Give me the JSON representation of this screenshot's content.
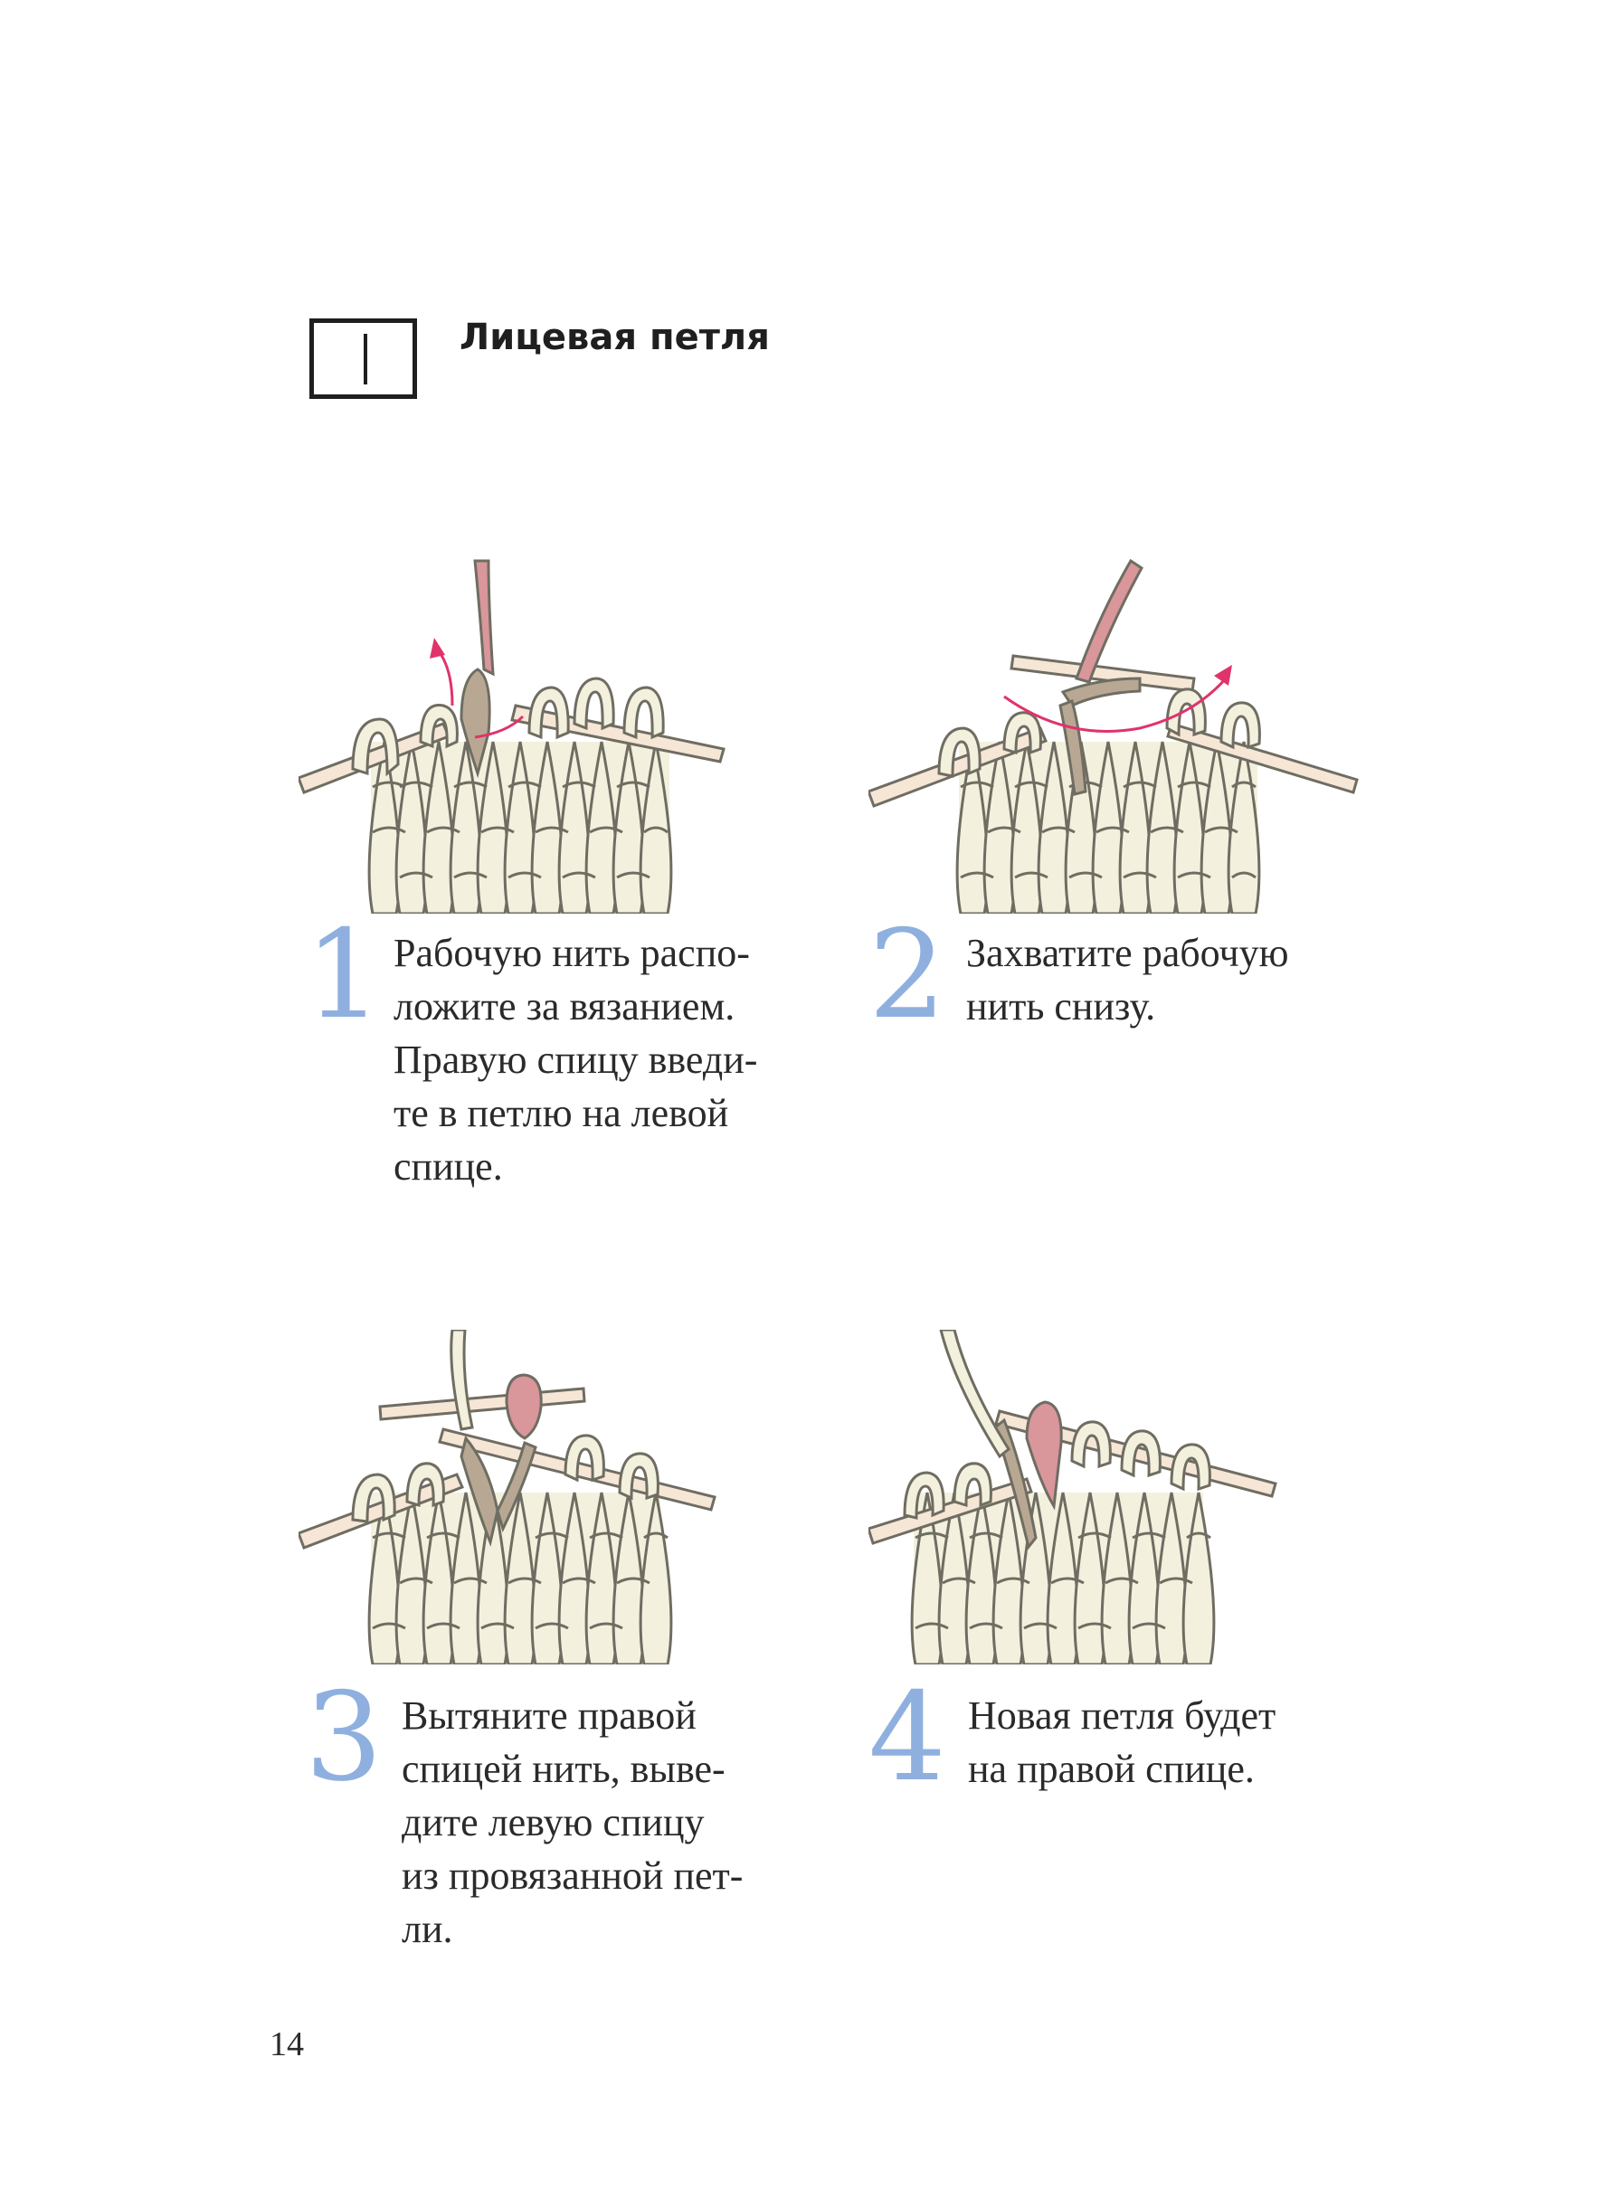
{
  "section": {
    "symbol": "knit-stitch-symbol",
    "title": "Лицевая петля"
  },
  "steps": [
    {
      "number": "1",
      "lines": [
        "Рабочую нить распо-",
        "ложите за вязанием.",
        "Правую спицу введи-",
        "те в петлю на левой",
        "спице."
      ]
    },
    {
      "number": "2",
      "lines": [
        "Захватите рабочую",
        "нить снизу."
      ]
    },
    {
      "number": "3",
      "lines": [
        "Вытяните правой",
        "спицей нить, выве-",
        "дите левую спицу",
        "из провязанной пет-",
        "ли."
      ]
    },
    {
      "number": "4",
      "lines": [
        "Новая петля будет",
        "на правой спице."
      ]
    }
  ],
  "colors": {
    "step_number": "#8fb0df",
    "yarn_fabric": "#f3f0dd",
    "yarn_outline": "#6f6d62",
    "working_yarn": "#d9969b",
    "stitch_taupe": "#b8a893",
    "arrow": "#e0336b",
    "needle": "#f6e6d6"
  },
  "page_number": "14"
}
